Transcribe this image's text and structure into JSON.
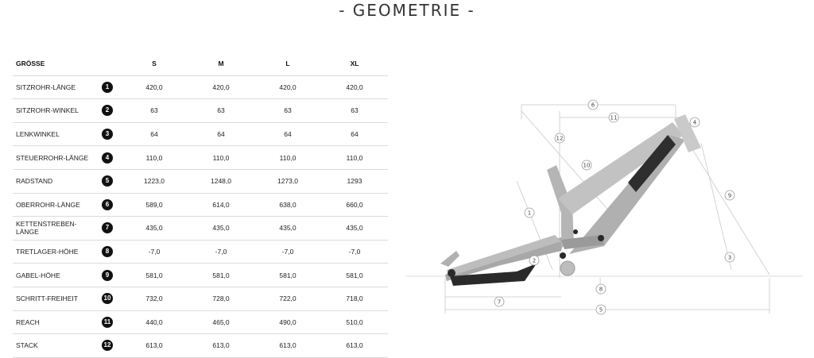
{
  "page_title": "- GEOMETRIE -",
  "table": {
    "header_label": "GRÖSSE",
    "sizes": [
      "S",
      "M",
      "L",
      "XL"
    ],
    "rows": [
      {
        "label": "SITZROHR-LÄNGE",
        "num": "1",
        "values": [
          "420,0",
          "420,0",
          "420,0",
          "420,0"
        ]
      },
      {
        "label": "SITZROHR-WINKEL",
        "num": "2",
        "values": [
          "63",
          "63",
          "63",
          "63"
        ]
      },
      {
        "label": "LENKWINKEL",
        "num": "3",
        "values": [
          "64",
          "64",
          "64",
          "64"
        ]
      },
      {
        "label": "STEUERROHR-LÄNGE",
        "num": "4",
        "values": [
          "110,0",
          "110,0",
          "110,0",
          "110,0"
        ]
      },
      {
        "label": "RADSTAND",
        "num": "5",
        "values": [
          "1223,0",
          "1248,0",
          "1273,0",
          "1293"
        ]
      },
      {
        "label": "OBERROHR-LÄNGE",
        "num": "6",
        "values": [
          "589,0",
          "614,0",
          "638,0",
          "660,0"
        ]
      },
      {
        "label": "KETTENSTREBEN-LÄNGE",
        "num": "7",
        "values": [
          "435,0",
          "435,0",
          "435,0",
          "435,0"
        ]
      },
      {
        "label": "TRETLAGER-HÖHE",
        "num": "8",
        "values": [
          "-7,0",
          "-7,0",
          "-7,0",
          "-7,0"
        ]
      },
      {
        "label": "GABEL-HÖHE",
        "num": "9",
        "values": [
          "581,0",
          "581,0",
          "581,0",
          "581,0"
        ]
      },
      {
        "label": "SCHRITT-FREIHEIT",
        "num": "10",
        "values": [
          "732,0",
          "728,0",
          "722,0",
          "718,0"
        ]
      },
      {
        "label": "REACH",
        "num": "11",
        "values": [
          "440,0",
          "465,0",
          "490,0",
          "510,0"
        ]
      },
      {
        "label": "STACK",
        "num": "12",
        "values": [
          "613,0",
          "613,0",
          "613,0",
          "613,0"
        ]
      }
    ]
  },
  "diagram_labels": [
    "1",
    "2",
    "3",
    "4",
    "5",
    "6",
    "7",
    "8",
    "9",
    "10",
    "11",
    "12"
  ],
  "colors": {
    "frame": "#b8b8b8",
    "frame_dark": "#8e8e8e",
    "dark_parts": "#2a2a2a",
    "dim_line": "#c9c9c9"
  }
}
